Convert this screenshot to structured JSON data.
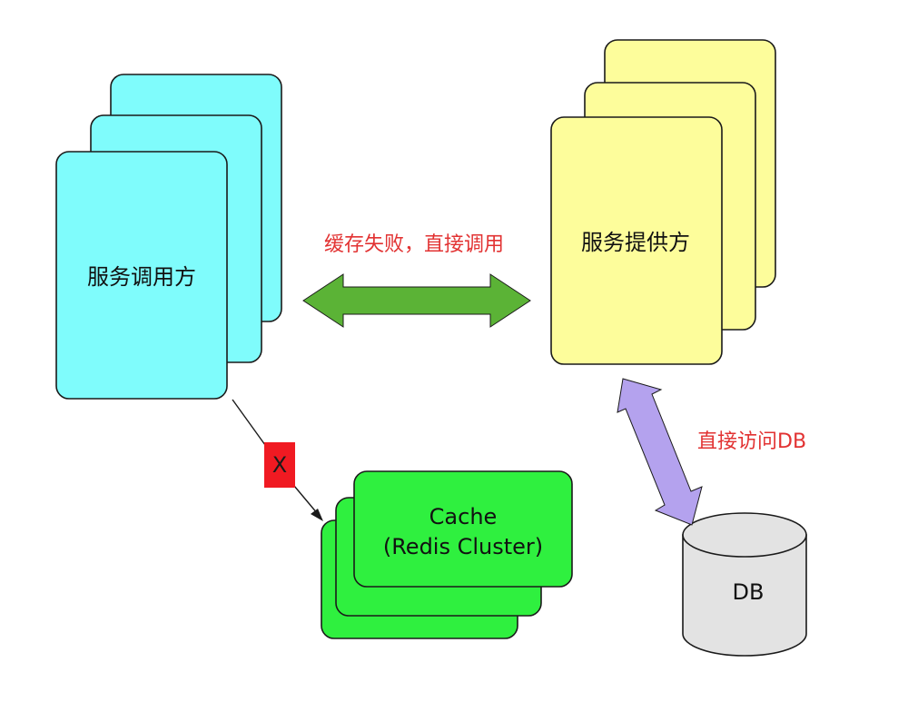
{
  "consumer": {
    "label": "服务调用方",
    "color": "#7FFCFC"
  },
  "provider": {
    "label": "服务提供方",
    "color": "#FDFD9B"
  },
  "cache": {
    "label_line1": "Cache",
    "label_line2": "(Redis Cluster)",
    "color": "#2FF03F"
  },
  "db": {
    "label": "DB",
    "color": "#E3E3E3"
  },
  "arrows": {
    "direct_call_label": "缓存失败，直接调用",
    "direct_call_color": "#5BB336",
    "db_access_label": "直接访问DB",
    "db_access_color": "#B4A2EE",
    "label_color": "#E23232"
  },
  "failed_marker": {
    "label": "X",
    "color": "#F01A22"
  }
}
